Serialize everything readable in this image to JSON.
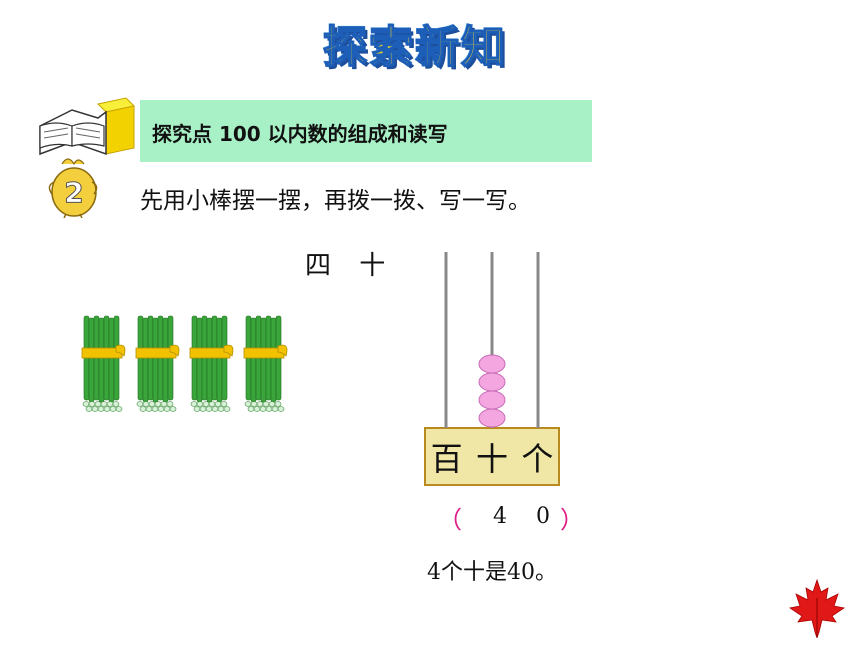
{
  "header": {
    "title": "探索新知"
  },
  "banner": {
    "text": "探究点  100 以内数的组成和读写"
  },
  "badge": {
    "number": "2"
  },
  "instruction": "先用小棒摆一摆，再拨一拨、写一写。",
  "number_word": "四 十",
  "bundles": {
    "count": 4
  },
  "abacus": {
    "labels": [
      "百",
      "十",
      "个"
    ],
    "beads": {
      "hundreds": 0,
      "tens": 4,
      "ones": 0
    }
  },
  "answer": {
    "open": "（",
    "tens_digit": "4",
    "ones_digit": "0",
    "close": "）"
  },
  "sentence": "4个十是40。",
  "colors": {
    "banner_bg": "#a8f0c6",
    "bead": "#f3a6e0",
    "paren": "#e01a86",
    "title_fill": "#f5d51e",
    "title_outline": "#1d5fb8",
    "bundle_green": "#3aa53a",
    "tie_yellow": "#f2c200",
    "leaf_red": "#e01818"
  },
  "icons": {
    "book": "open-book-icon",
    "chick": "chick-icon",
    "leaf": "maple-leaf-icon"
  }
}
